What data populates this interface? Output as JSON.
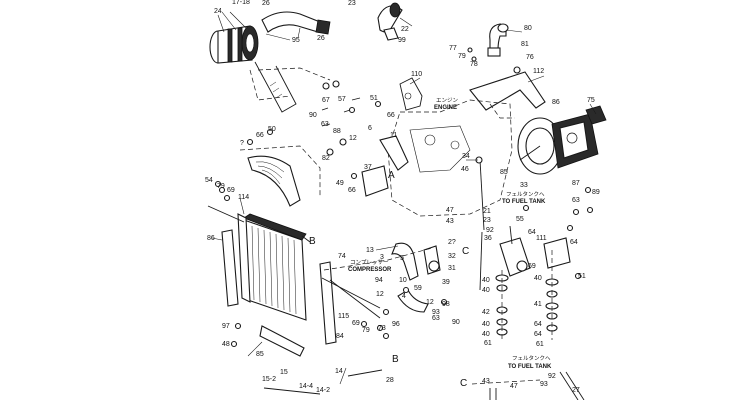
{
  "numbers": [
    {
      "id": "n24",
      "text": "24"
    },
    {
      "id": "n17",
      "text": "17-18"
    },
    {
      "id": "n26a",
      "text": "26"
    },
    {
      "id": "n22",
      "text": "22"
    },
    {
      "id": "n23",
      "text": "23"
    },
    {
      "id": "n95",
      "text": "95"
    },
    {
      "id": "n26b",
      "text": "26"
    },
    {
      "id": "n99",
      "text": "99"
    },
    {
      "id": "n80",
      "text": "80"
    },
    {
      "id": "n77",
      "text": "77"
    },
    {
      "id": "n79a",
      "text": "79"
    },
    {
      "id": "n81",
      "text": "81"
    },
    {
      "id": "n78",
      "text": "78"
    },
    {
      "id": "n76",
      "text": "76"
    },
    {
      "id": "n110",
      "text": "110"
    },
    {
      "id": "n112",
      "text": "112"
    },
    {
      "id": "n67a",
      "text": "67"
    },
    {
      "id": "n57",
      "text": "57"
    },
    {
      "id": "n51",
      "text": "51"
    },
    {
      "id": "n66a",
      "text": "66"
    },
    {
      "id": "n90a",
      "text": "90"
    },
    {
      "id": "n86a",
      "text": "86"
    },
    {
      "id": "n75",
      "text": "75"
    },
    {
      "id": "n63a",
      "text": "63"
    },
    {
      "id": "n88",
      "text": "88"
    },
    {
      "id": "n6",
      "text": "6"
    },
    {
      "id": "n12a",
      "text": "12"
    },
    {
      "id": "n11",
      "text": "11"
    },
    {
      "id": "n7",
      "text": "?"
    },
    {
      "id": "n66b",
      "text": "66"
    },
    {
      "id": "n50",
      "text": "50"
    },
    {
      "id": "n82",
      "text": "82"
    },
    {
      "id": "n34",
      "text": "34"
    },
    {
      "id": "n37",
      "text": "37"
    },
    {
      "id": "n46",
      "text": "46"
    },
    {
      "id": "n49",
      "text": "49"
    },
    {
      "id": "n66c",
      "text": "66"
    },
    {
      "id": "n85",
      "text": "85"
    },
    {
      "id": "n33",
      "text": "33"
    },
    {
      "id": "n54",
      "text": "54"
    },
    {
      "id": "n79b",
      "text": "79"
    },
    {
      "id": "n69a",
      "text": "69"
    },
    {
      "id": "n114",
      "text": "114"
    },
    {
      "id": "n87",
      "text": "87"
    },
    {
      "id": "n89",
      "text": "89"
    },
    {
      "id": "n47a",
      "text": "47"
    },
    {
      "id": "n21",
      "text": "21"
    },
    {
      "id": "n43a",
      "text": "43"
    },
    {
      "id": "n23b",
      "text": "23"
    },
    {
      "id": "n55",
      "text": "55"
    },
    {
      "id": "n63b",
      "text": "63"
    },
    {
      "id": "n92",
      "text": "92"
    },
    {
      "id": "n36",
      "text": "36"
    },
    {
      "id": "n86b",
      "text": "86"
    },
    {
      "id": "n13",
      "text": "13"
    },
    {
      "id": "n3",
      "text": "3"
    },
    {
      "id": "n27",
      "text": "2?"
    },
    {
      "id": "n32",
      "text": "32"
    },
    {
      "id": "n74",
      "text": "74"
    },
    {
      "id": "n5",
      "text": "5"
    },
    {
      "id": "n31",
      "text": "31"
    },
    {
      "id": "n64a",
      "text": "64"
    },
    {
      "id": "n111",
      "text": "111"
    },
    {
      "id": "n64b",
      "text": "64"
    },
    {
      "id": "n40a",
      "text": "40"
    },
    {
      "id": "n69b",
      "text": "69"
    },
    {
      "id": "n40b",
      "text": "40"
    },
    {
      "id": "n51b",
      "text": "51"
    },
    {
      "id": "n94",
      "text": "94"
    },
    {
      "id": "n10",
      "text": "10"
    },
    {
      "id": "n59",
      "text": "59"
    },
    {
      "id": "n12b",
      "text": "12"
    },
    {
      "id": "n4",
      "text": "4"
    },
    {
      "id": "n39",
      "text": "39"
    },
    {
      "id": "n40c",
      "text": "40"
    },
    {
      "id": "n41",
      "text": "41"
    },
    {
      "id": "n12c",
      "text": "12"
    },
    {
      "id": "n98",
      "text": "98"
    },
    {
      "id": "n115",
      "text": "115"
    },
    {
      "id": "n93",
      "text": "93"
    },
    {
      "id": "n90b",
      "text": "90"
    },
    {
      "id": "n63c",
      "text": "63"
    },
    {
      "id": "n69c",
      "text": "69"
    },
    {
      "id": "n79c",
      "text": "79"
    },
    {
      "id": "n42",
      "text": "42"
    },
    {
      "id": "n40d",
      "text": "40"
    },
    {
      "id": "n64c",
      "text": "64"
    },
    {
      "id": "n97",
      "text": "97"
    },
    {
      "id": "n84",
      "text": "84"
    },
    {
      "id": "n73",
      "text": "73"
    },
    {
      "id": "n96",
      "text": "96"
    },
    {
      "id": "n40e",
      "text": "40"
    },
    {
      "id": "n64d",
      "text": "64"
    },
    {
      "id": "n48",
      "text": "48"
    },
    {
      "id": "n61a",
      "text": "61"
    },
    {
      "id": "n61b",
      "text": "61"
    },
    {
      "id": "n85b",
      "text": "85"
    },
    {
      "id": "n28",
      "text": "28"
    },
    {
      "id": "n14",
      "text": "14"
    },
    {
      "id": "n15",
      "text": "15-2"
    },
    {
      "id": "n15b",
      "text": "15"
    },
    {
      "id": "n14b",
      "text": "14-4"
    },
    {
      "id": "n14c",
      "text": "14-2"
    },
    {
      "id": "n43b",
      "text": "43"
    },
    {
      "id": "n47b",
      "text": "47"
    },
    {
      "id": "n92b",
      "text": "92"
    },
    {
      "id": "n27b",
      "text": "27"
    },
    {
      "id": "n93b",
      "text": "93"
    }
  ],
  "letters": {
    "a": "A",
    "b_top": "B",
    "b_bottom": "B",
    "c_mid": "C",
    "c_bottom": "C"
  },
  "labels": {
    "engine_jp": "エンジン",
    "engine": "ENGINE",
    "fuel_tank_jp_1": "フェルタンクへ",
    "to_fuel_tank_1": "TO FUEL TANK",
    "compressor_jp": "コンプレッサー",
    "compressor": "COMPRESSOR",
    "fuel_tank_jp_2": "フェルタンクへ",
    "to_fuel_tank_2": "TO FUEL TANK"
  }
}
